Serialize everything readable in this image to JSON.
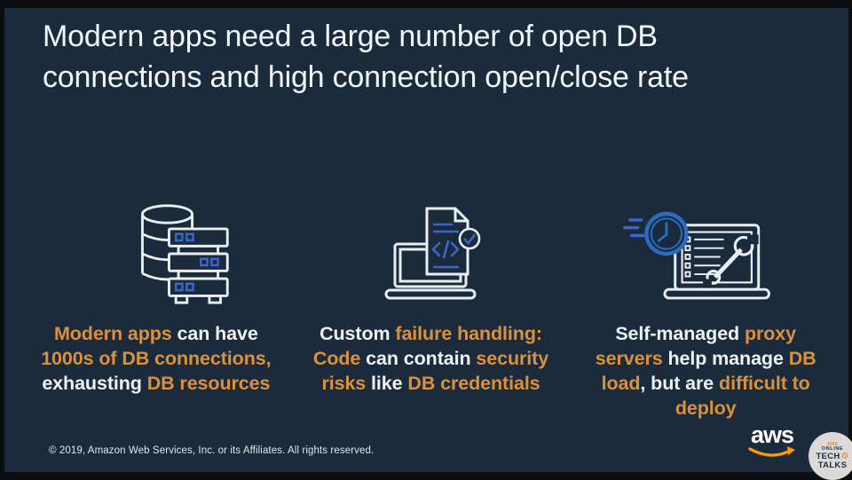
{
  "slide": {
    "title": "Modern apps need a large number of open DB\nconnections and high connection open/close rate",
    "columns": [
      {
        "icon": "database-servers-icon",
        "segments": [
          {
            "t": "Modern apps ",
            "c": "o"
          },
          {
            "t": "can have",
            "c": "w"
          },
          {
            "br": true
          },
          {
            "t": "1000s of DB connections,",
            "c": "o"
          },
          {
            "br": true
          },
          {
            "t": "exhausting ",
            "c": "w"
          },
          {
            "t": "DB resources",
            "c": "o"
          }
        ]
      },
      {
        "icon": "code-document-laptop-icon",
        "segments": [
          {
            "t": "Custom ",
            "c": "w"
          },
          {
            "t": "failure handling:",
            "c": "o"
          },
          {
            "br": true
          },
          {
            "t": "Code ",
            "c": "o"
          },
          {
            "t": "can contain ",
            "c": "w"
          },
          {
            "t": "security",
            "c": "o"
          },
          {
            "br": true
          },
          {
            "t": "risks ",
            "c": "o"
          },
          {
            "t": "like ",
            "c": "w"
          },
          {
            "t": "DB credentials",
            "c": "o"
          }
        ]
      },
      {
        "icon": "proxy-server-wrench-clock-icon",
        "segments": [
          {
            "t": "Self-managed ",
            "c": "w"
          },
          {
            "t": "proxy",
            "c": "o"
          },
          {
            "br": true
          },
          {
            "t": "servers ",
            "c": "o"
          },
          {
            "t": "help manage ",
            "c": "w"
          },
          {
            "t": "DB",
            "c": "o"
          },
          {
            "br": true
          },
          {
            "t": "load",
            "c": "o"
          },
          {
            "t": ", but are ",
            "c": "w"
          },
          {
            "t": "difficult to",
            "c": "o"
          },
          {
            "br": true
          },
          {
            "t": "deploy",
            "c": "o"
          }
        ]
      }
    ],
    "footer": {
      "copyright": "© 2019, Amazon Web Services, Inc. or its Affiliates. All rights reserved.",
      "aws_logo": "aws",
      "badge": {
        "top": "AWS",
        "lines": [
          "ONLINE",
          "TECH",
          "TALKS"
        ]
      }
    },
    "colors": {
      "background": "#1b2b3c",
      "highlight_orange": "#d9913e",
      "text_white": "#eef2f5",
      "icon_outline_white": "#e9eef2",
      "icon_blue": "#3d64c8",
      "clock_blue": "#2b6bc2",
      "aws_smile_orange": "#ff9900",
      "badge_background": "#dcdad6"
    }
  }
}
